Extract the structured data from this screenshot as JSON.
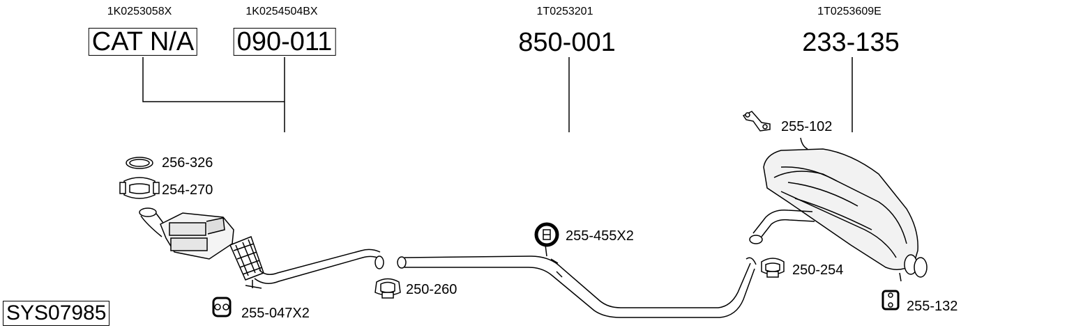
{
  "diagram": {
    "system_code": "SYS07985",
    "parts": [
      {
        "id": "cat",
        "oem": "1K0253058X",
        "number": "CAT N/A",
        "boxed": true
      },
      {
        "id": "front",
        "oem": "1K0254504BX",
        "number": "090-011",
        "boxed": true
      },
      {
        "id": "middle",
        "oem": "1T0253201",
        "number": "850-001",
        "boxed": false
      },
      {
        "id": "rear",
        "oem": "1T0253609E",
        "number": "233-135",
        "boxed": false
      }
    ],
    "accessories": [
      {
        "id": "gasket",
        "label": "256-326",
        "icon": "ring-gasket-icon"
      },
      {
        "id": "clamp-front",
        "label": "254-270",
        "icon": "clamp-icon"
      },
      {
        "id": "mount-front",
        "label": "255-047X2",
        "icon": "rubber-mount-icon"
      },
      {
        "id": "clamp-mid",
        "label": "250-260",
        "icon": "clamp-icon"
      },
      {
        "id": "mount-mid",
        "label": "255-455X2",
        "icon": "rubber-ring-mount-icon"
      },
      {
        "id": "bracket-rear",
        "label": "255-102",
        "icon": "bracket-icon"
      },
      {
        "id": "clamp-rear",
        "label": "250-254",
        "icon": "clamp-icon"
      },
      {
        "id": "mount-rear",
        "label": "255-132",
        "icon": "rubber-mount-icon"
      }
    ]
  }
}
